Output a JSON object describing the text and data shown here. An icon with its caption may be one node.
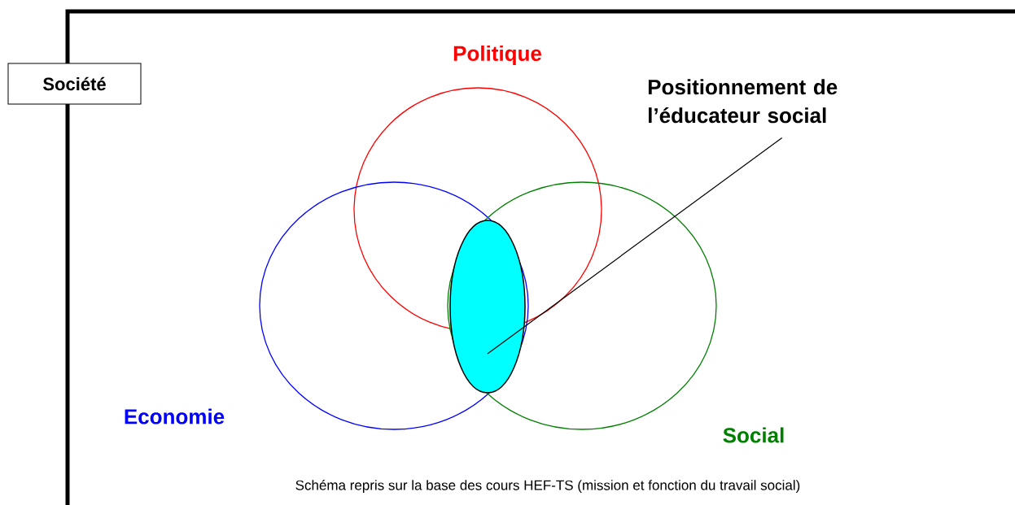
{
  "diagram": {
    "caption": "Schéma repris sur la base des cours HEF-TS (mission et fonction du travail social)",
    "nodes": [
      {
        "text": [
          "Société"
        ]
      },
      {
        "text": [
          "Politique"
        ]
      },
      {
        "text": [
          "Economie"
        ]
      },
      {
        "text": [
          "Social"
        ]
      },
      {
        "text": [],
        "shape": "ellipse"
      },
      {
        "text": [
          "Positionnement de l’éducateur social"
        ]
      }
    ],
    "edges": [
      {
        "from": 5,
        "to": 4,
        "arrow": "none"
      }
    ]
  }
}
